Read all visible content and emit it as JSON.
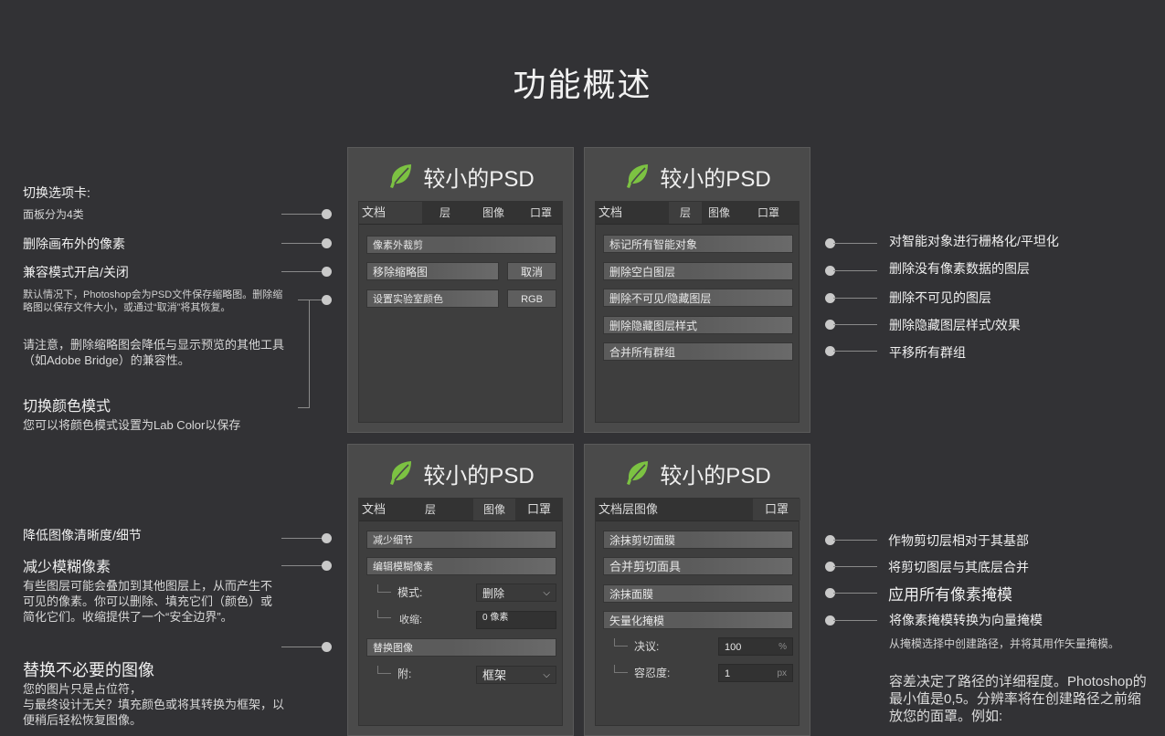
{
  "title": "功能概述",
  "panel_title": "较小的PSD",
  "panels": {
    "p1": {
      "tabs": [
        "文档",
        "层",
        "图像",
        "口罩"
      ],
      "buttons": [
        "像素外裁剪",
        "移除缩略图",
        "取消",
        "设置实验室颜色",
        "RGB"
      ]
    },
    "p2": {
      "tabs": [
        "文档",
        "层",
        "图像",
        "口罩"
      ],
      "buttons": [
        "标记所有智能对象",
        "删除空白图层",
        "删除不可见/隐藏图层",
        "删除隐藏图层样式",
        "合并所有群组"
      ]
    },
    "p3": {
      "tabs": [
        "文档",
        "层",
        "图像",
        "口罩"
      ],
      "buttons": [
        "减少细节",
        "编辑模糊像素",
        "替换图像"
      ],
      "mode_label": "模式:",
      "mode_value": "删除",
      "shrink_label": "收缩:",
      "shrink_value": "0 像素",
      "attach_label": "附:",
      "attach_value": "框架"
    },
    "p4": {
      "tabs": [
        "文档层图像",
        "口罩"
      ],
      "buttons": [
        "涂抹剪切面膜",
        "合并剪切面具",
        "涂抹面膜",
        "矢量化掩模"
      ],
      "resolution_label": "决议:",
      "resolution_value": "100",
      "resolution_unit": "%",
      "tolerance_label": "容忍度:",
      "tolerance_value": "1",
      "tolerance_unit": "px"
    }
  },
  "left_annotations": {
    "a1_title": "切换选项卡:",
    "a1_sub": "面板分为4类",
    "a2": "删除画布外的像素",
    "a3": "兼容模式开启/关闭",
    "a4_desc": "默认情况下，Photoshop会为PSD文件保存缩略图。删除缩略图以保存文件大小，或通过“取消”将其恢复。",
    "a4_note": "请注意，删除缩略图会降低与显示预览的其他工具（如Adobe Bridge）的兼容性。",
    "a5_title": "切换颜色模式",
    "a5_sub": "您可以将颜色模式设置为Lab Color以保存",
    "b1": "降低图像清晰度/细节",
    "b2": "减少模糊像素",
    "b2_desc": "有些图层可能会叠加到其他图层上，从而产生不可见的像素。你可以删除、填充它们（颜色）或简化它们。收缩提供了一个“安全边界”。",
    "b3": "替换不必要的图像",
    "b3_desc": "您的图片只是占位符，\n与最终设计无关？填充颜色或将其转换为框架，以便稍后轻松恢复图像。"
  },
  "right_annotations": {
    "r1": "对智能对象进行栅格化/平坦化",
    "r2": "删除没有像素数据的图层",
    "r3": "删除不可见的图层",
    "r4": "删除隐藏图层样式/效果",
    "r5": "平移所有群组",
    "s1": "作物剪切层相对于其基部",
    "s2": "将剪切图层与其底层合并",
    "s3": "应用所有像素掩模",
    "s4": "将像素掩模转换为向量掩模",
    "s4_sub": "从掩模选择中创建路径，并将其用作矢量掩模。",
    "s5_desc": "容差决定了路径的详细程度。Photoshop的最小值是0,5。分辨率将在创建路径之前缩放您的面罩。例如:"
  },
  "colors": {
    "background": "#323235",
    "panel": "#4a4a4a",
    "leaf": "#7cc242"
  },
  "icons": {
    "panel_logo": "leaf-icon",
    "dropdown": "chevron-down-icon"
  }
}
